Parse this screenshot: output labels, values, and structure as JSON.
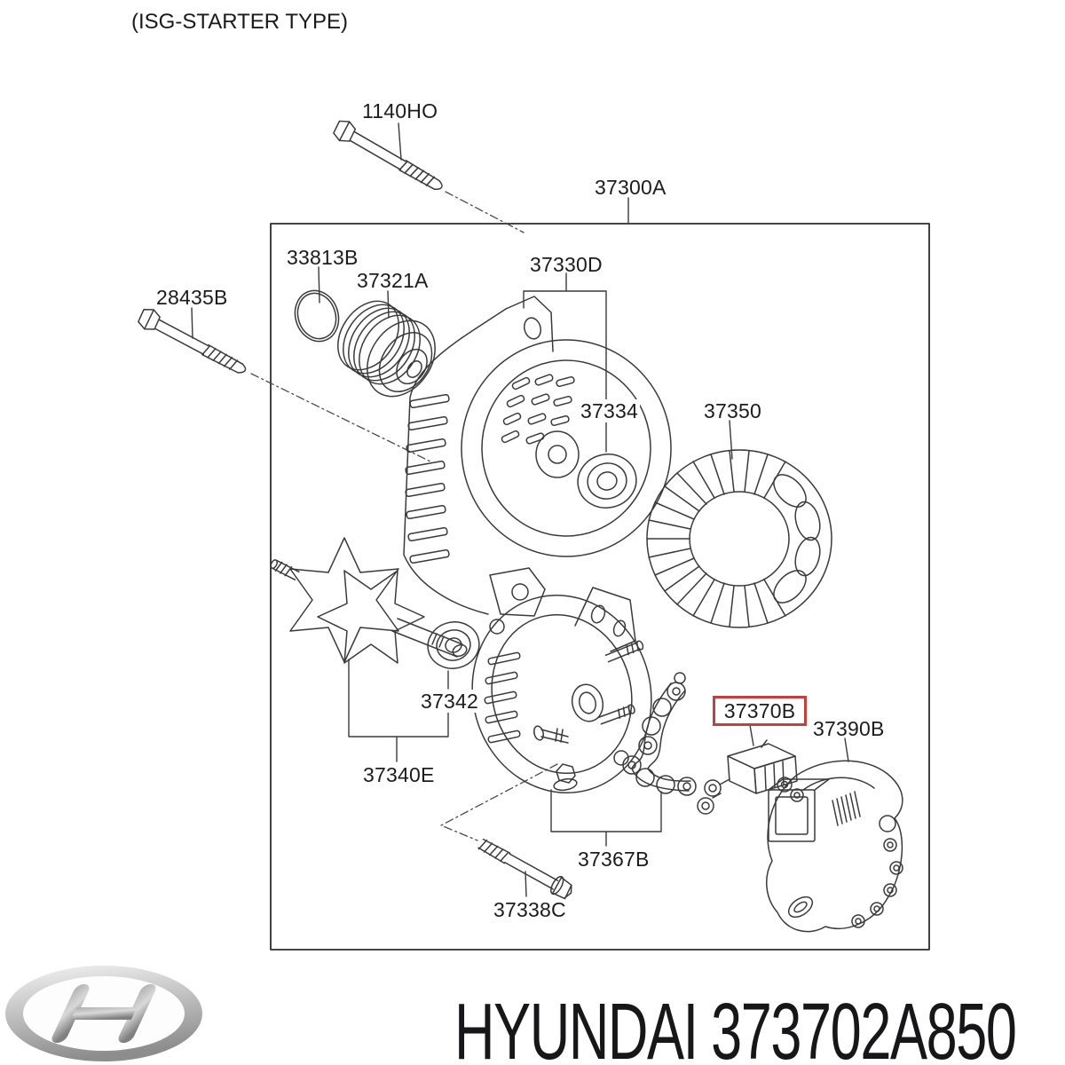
{
  "header": {
    "variant_label": "(ISG-STARTER TYPE)"
  },
  "diagram": {
    "assembly_box_label": "37300A",
    "highlight_color": "#c24040",
    "line_color": "#3a3a3a",
    "parts": {
      "p1140ho": {
        "label": "1140HO",
        "name": "through-bolt-upper"
      },
      "p28435b": {
        "label": "28435B",
        "name": "through-bolt-left"
      },
      "p33813b": {
        "label": "33813B",
        "name": "o-ring"
      },
      "p37321a": {
        "label": "37321A",
        "name": "pulley"
      },
      "p37330d": {
        "label": "37330D",
        "name": "front-bracket"
      },
      "p37334": {
        "label": "37334",
        "name": "front-bearing"
      },
      "p37350": {
        "label": "37350",
        "name": "stator"
      },
      "p37342": {
        "label": "37342",
        "name": "rear-bearing"
      },
      "p37340e": {
        "label": "37340E",
        "name": "rotor"
      },
      "p37367b": {
        "label": "37367B",
        "name": "brush-holder-assembly"
      },
      "p37370b": {
        "label": "37370B",
        "name": "voltage-regulator",
        "highlighted": true
      },
      "p37390b": {
        "label": "37390B",
        "name": "rear-cover"
      },
      "p37338c": {
        "label": "37338C",
        "name": "mounting-bolt"
      }
    }
  },
  "footer": {
    "logo_icon": "hyundai-logo-icon",
    "brand": "HYUNDAI",
    "part_number": "373702A850"
  }
}
